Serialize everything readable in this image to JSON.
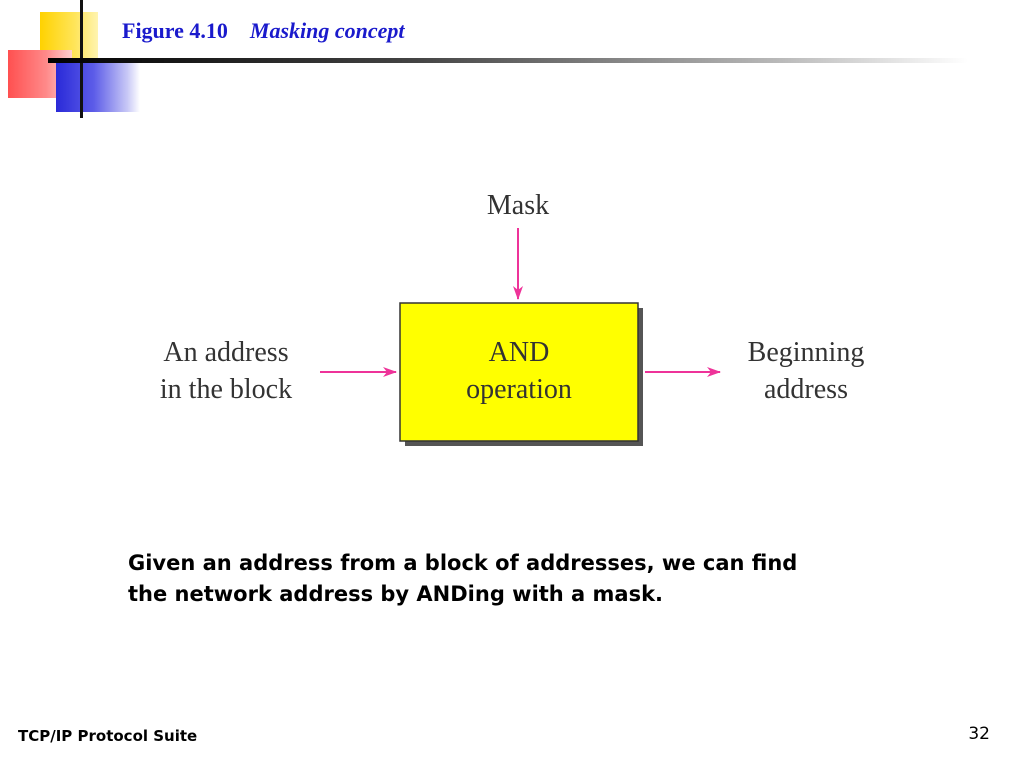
{
  "slide": {
    "figure_number": "Figure 4.10",
    "figure_title": "Masking concept",
    "caption_line1": "Given an address from a block of addresses, we can find",
    "caption_line2": "the network address by ANDing with a mask.",
    "footer_left": "TCP/IP Protocol Suite",
    "page_number": "32"
  },
  "diagram": {
    "mask_label": "Mask",
    "input_line1": "An address",
    "input_line2": "in the block",
    "box_line1": "AND",
    "box_line2": "operation",
    "output_line1": "Beginning",
    "output_line2": "address",
    "colors": {
      "box_fill": "#ffff00",
      "arrow": "#ee3399",
      "title": "#1a1acc"
    }
  }
}
